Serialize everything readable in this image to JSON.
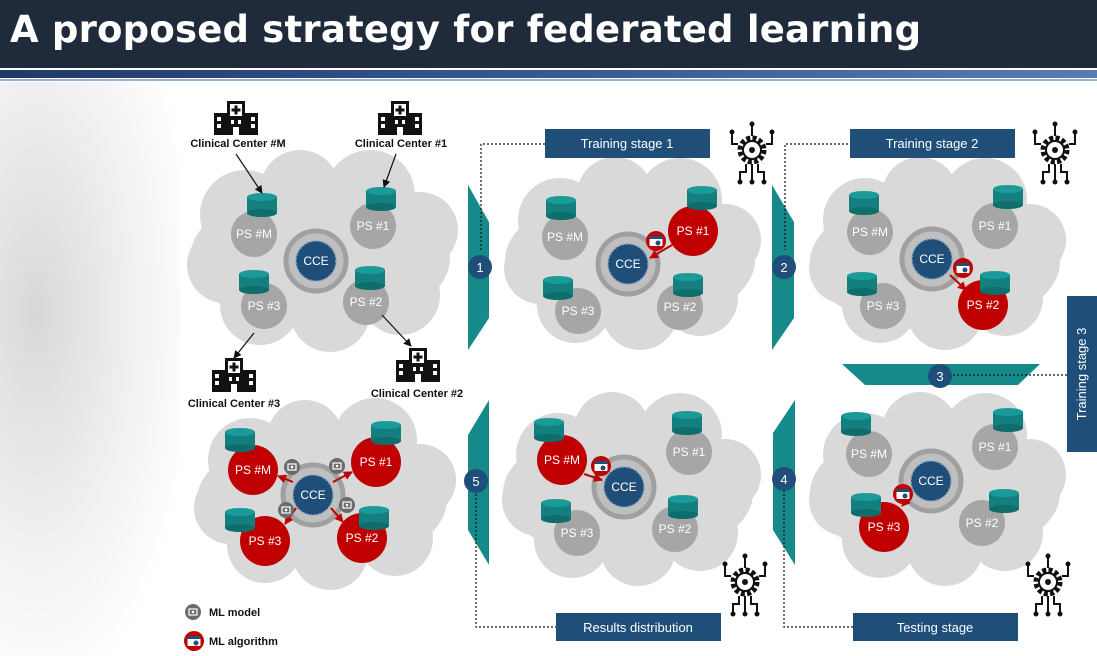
{
  "title": "A proposed strategy for federated learning",
  "colors": {
    "header_bg": "#1f2b3a",
    "stage_box": "#1f4e79",
    "teal": "#168a8a",
    "node_gray": "#a6a6a6",
    "node_red": "#c00000",
    "cloud": "#d9d9d9",
    "cce": "#1f4e79"
  },
  "hospitals": {
    "m": "Clinical Center #M",
    "one": "Clinical Center #1",
    "three": "Clinical Center #3",
    "two": "Clinical Center #2"
  },
  "nodes": {
    "psm": "PS #M",
    "ps1": "PS #1",
    "ps2": "PS #2",
    "ps3": "PS #3",
    "cce": "CCE"
  },
  "stages": {
    "t1": "Training stage 1",
    "t2": "Training stage 2",
    "t3": "Training stage 3",
    "results": "Results distribution",
    "testing": "Testing stage"
  },
  "steps": [
    "1",
    "2",
    "3",
    "4",
    "5"
  ],
  "legend": {
    "model": "ML model",
    "algorithm": "ML algorithm"
  },
  "icons": [
    "hospital-icon",
    "database-icon",
    "gear-network-icon",
    "model-icon",
    "algorithm-icon"
  ]
}
